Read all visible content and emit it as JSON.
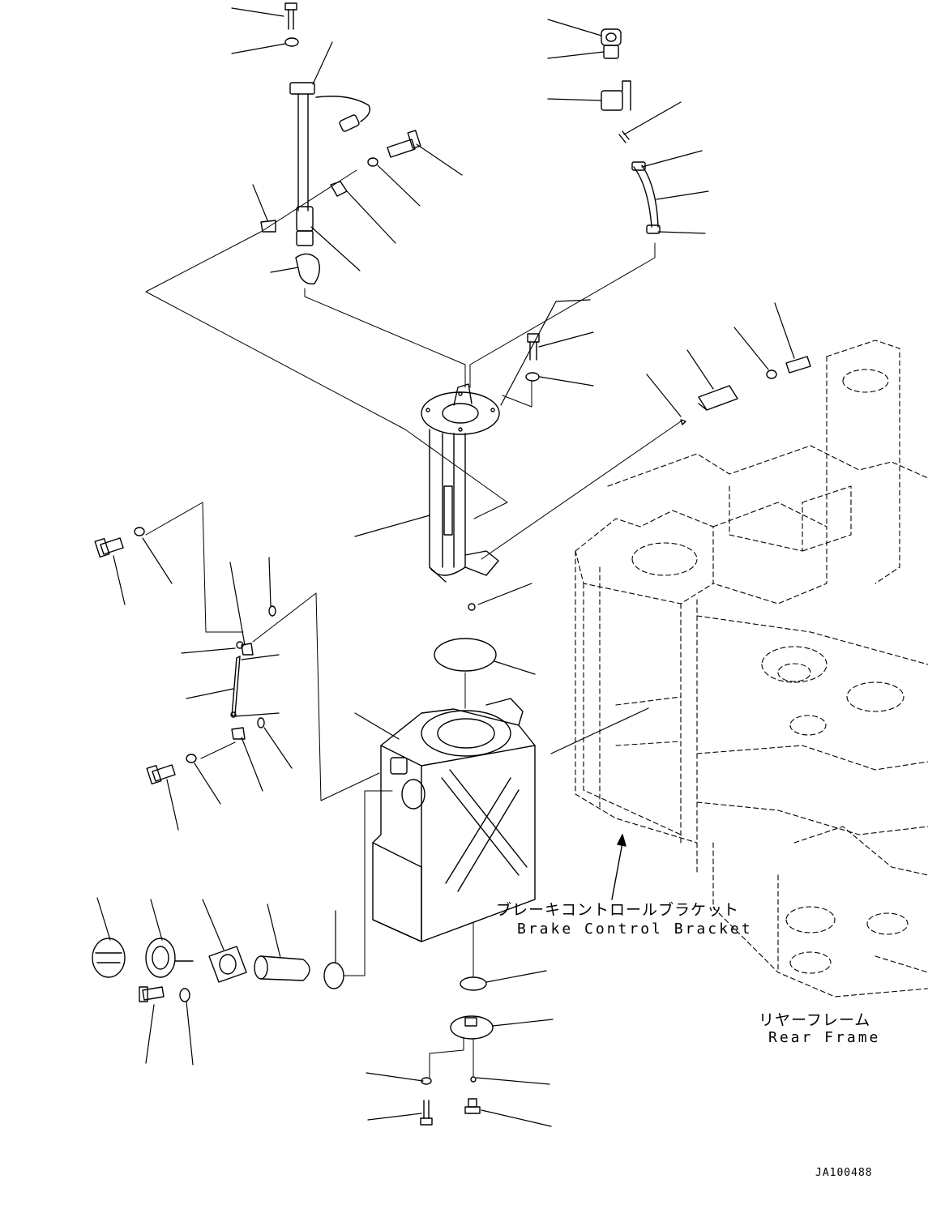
{
  "labels": {
    "brake_bracket_jp": "ブレーキコントロールブラケット",
    "brake_bracket_en": "Brake Control Bracket",
    "rear_frame_jp": "リヤーフレーム",
    "rear_frame_en": "Rear Frame",
    "drawing_code": "JA100488"
  }
}
